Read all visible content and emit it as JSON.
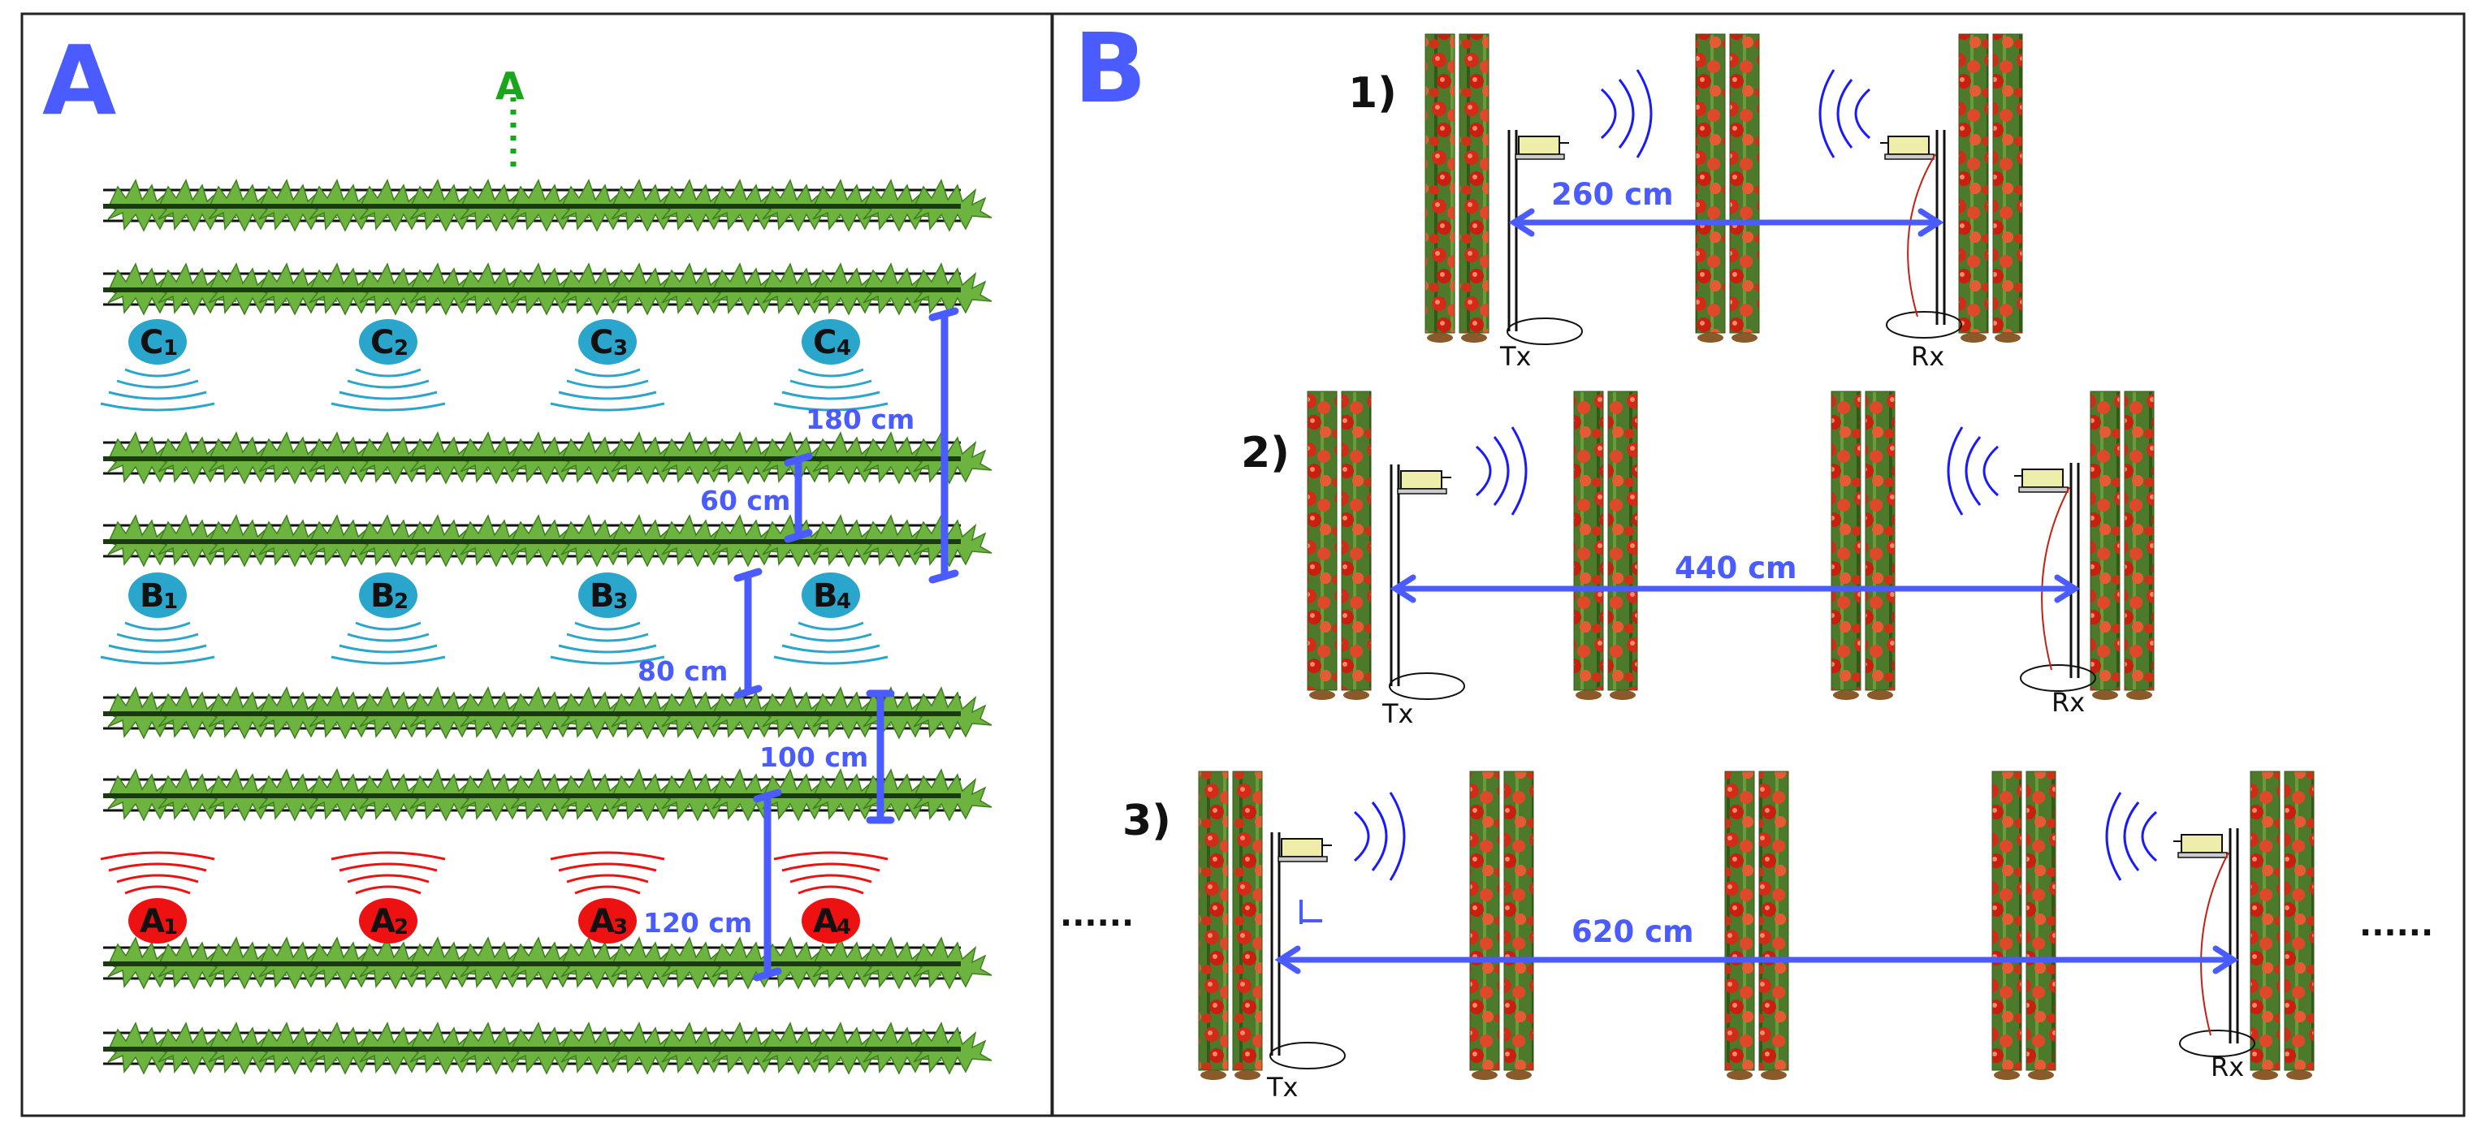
{
  "panel_a": {
    "label": "A",
    "arrow_label": "A",
    "rows": [
      {
        "name": "C",
        "color": "#2aa6cc",
        "wave_color": "#2aa6cc",
        "nodes": [
          {
            "letter": "C",
            "num": "1"
          },
          {
            "letter": "C",
            "num": "2"
          },
          {
            "letter": "C",
            "num": "3"
          },
          {
            "letter": "C",
            "num": "4"
          }
        ]
      },
      {
        "name": "B",
        "color": "#2aa6cc",
        "wave_color": "#2aa6cc",
        "nodes": [
          {
            "letter": "B",
            "num": "1"
          },
          {
            "letter": "B",
            "num": "2"
          },
          {
            "letter": "B",
            "num": "3"
          },
          {
            "letter": "B",
            "num": "4"
          }
        ]
      },
      {
        "name": "A",
        "color": "#ee1111",
        "wave_color": "#ee1111",
        "nodes": [
          {
            "letter": "A",
            "num": "1"
          },
          {
            "letter": "A",
            "num": "2"
          },
          {
            "letter": "A",
            "num": "3"
          },
          {
            "letter": "A",
            "num": "4"
          }
        ]
      }
    ],
    "distances": [
      "180 cm",
      "60 cm",
      "80 cm",
      "100 cm",
      "120 cm"
    ]
  },
  "panel_b": {
    "label": "B",
    "scenarios": [
      {
        "index": "1)",
        "distance": "260 cm",
        "tx": "Tx",
        "rx": "Rx"
      },
      {
        "index": "2)",
        "distance": "440 cm",
        "tx": "Tx",
        "rx": "Rx"
      },
      {
        "index": "3)",
        "distance": "620 cm",
        "tx": "Tx",
        "rx": "Rx"
      }
    ],
    "ellipsis": "......"
  },
  "colors": {
    "accent_blue": "#4a5cff",
    "plant_green": "#6cb33f",
    "arrow_green": "#1aa51a",
    "wave_blue": "#1a1aff",
    "node_cyan": "#2aa6cc",
    "node_red": "#ee1111"
  }
}
